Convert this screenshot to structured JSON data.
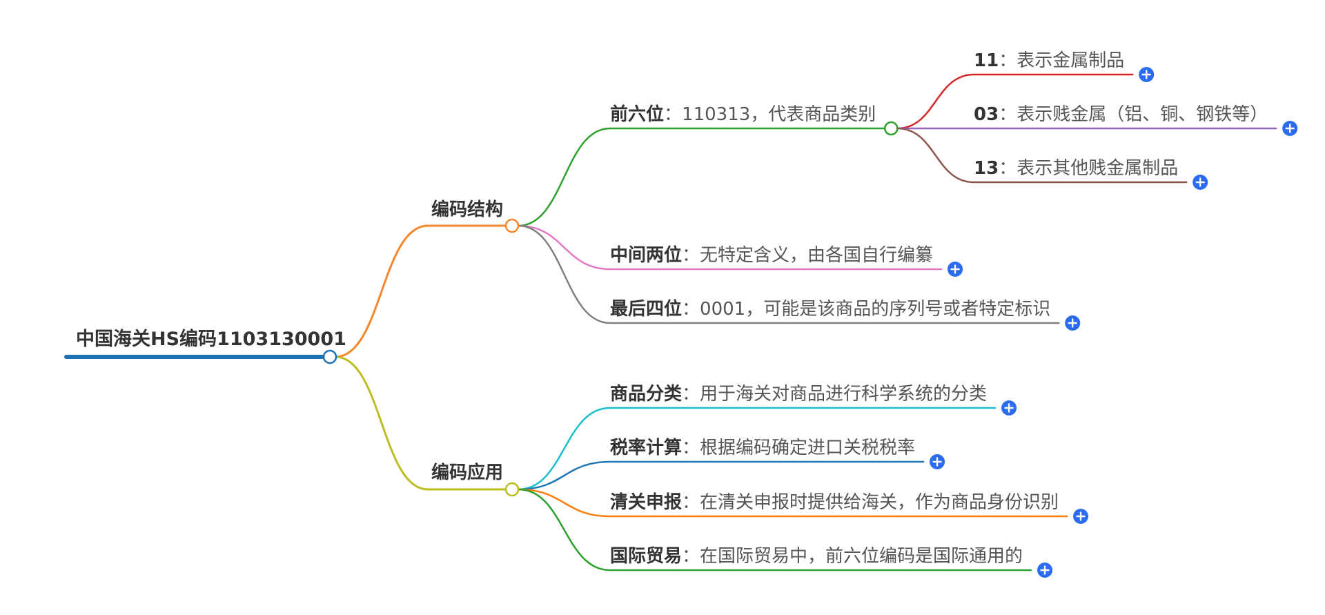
{
  "root": {
    "label": "中国海关HS编码1103130001",
    "color": "#1f6fb5"
  },
  "branches": [
    {
      "id": "structure",
      "label": "编码结构",
      "color": "#f5862a",
      "children": [
        {
          "id": "first-six",
          "title": "前六位",
          "desc": "110313，代表商品类别",
          "color": "#2ca02c",
          "expandable": false,
          "children": [
            {
              "id": "c11",
              "title": "11",
              "desc": "表示金属制品",
              "color": "#d62728"
            },
            {
              "id": "c03",
              "title": "03",
              "desc": "表示贱金属（铝、铜、钢铁等）",
              "color": "#9467bd"
            },
            {
              "id": "c13",
              "title": "13",
              "desc": "表示其他贱金属制品",
              "color": "#8c564b"
            }
          ]
        },
        {
          "id": "middle-two",
          "title": "中间两位",
          "desc": "无特定含义，由各国自行编纂",
          "color": "#e377c2",
          "expandable": true
        },
        {
          "id": "last-four",
          "title": "最后四位",
          "desc": "0001，可能是该商品的序列号或者特定标识",
          "color": "#7f7f7f",
          "expandable": true
        }
      ]
    },
    {
      "id": "application",
      "label": "编码应用",
      "color": "#bcbd22",
      "children": [
        {
          "id": "classify",
          "title": "商品分类",
          "desc": "用于海关对商品进行科学系统的分类",
          "color": "#17becf",
          "expandable": true
        },
        {
          "id": "tax",
          "title": "税率计算",
          "desc": "根据编码确定进口关税税率",
          "color": "#1f77b4",
          "expandable": true
        },
        {
          "id": "customs",
          "title": "清关申报",
          "desc": "在清关申报时提供给海关，作为商品身份识别",
          "color": "#ff7f0e",
          "expandable": true
        },
        {
          "id": "trade",
          "title": "国际贸易",
          "desc": "在国际贸易中，前六位编码是国际通用的",
          "color": "#2ca02c",
          "expandable": true
        }
      ]
    }
  ],
  "separator": "：",
  "expand_button_color": "#2b6cf0"
}
